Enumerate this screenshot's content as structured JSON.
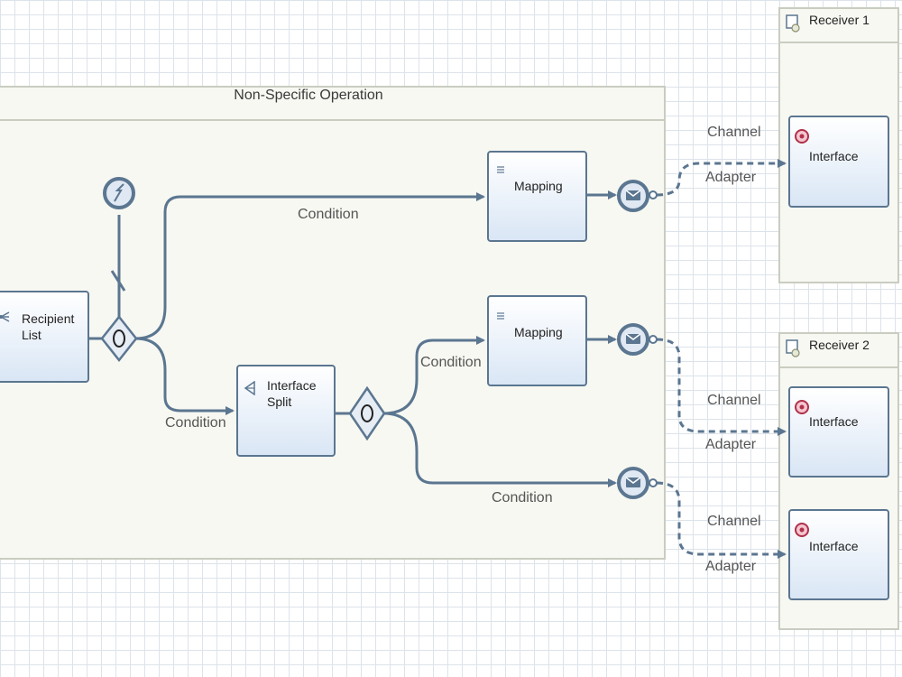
{
  "pool": {
    "title": "Non-Specific Operation"
  },
  "receivers": [
    {
      "title": "Receiver 1"
    },
    {
      "title": "Receiver 2"
    }
  ],
  "tasks": {
    "recipient_list": "Recipient List",
    "interface_split": "Interface Split",
    "mapping_top": "Mapping",
    "mapping_mid": "Mapping",
    "interface_r1": "Interface",
    "interface_r2a": "Interface",
    "interface_r2b": "Interface"
  },
  "edge_labels": {
    "condition_top": "Condition",
    "condition_left": "Condition",
    "condition_mid": "Condition",
    "condition_bottom": "Condition",
    "channel_1": "Channel",
    "adapter_1": "Adapter",
    "channel_2": "Channel",
    "adapter_2": "Adapter",
    "channel_3": "Channel",
    "adapter_3": "Adapter"
  },
  "colors": {
    "stroke": "#5b7690",
    "task_fill_top": "#ffffff",
    "task_fill_bottom": "#d9e6f5",
    "pool_fill": "#f7f8f2",
    "pool_border": "#c9cdc0"
  }
}
